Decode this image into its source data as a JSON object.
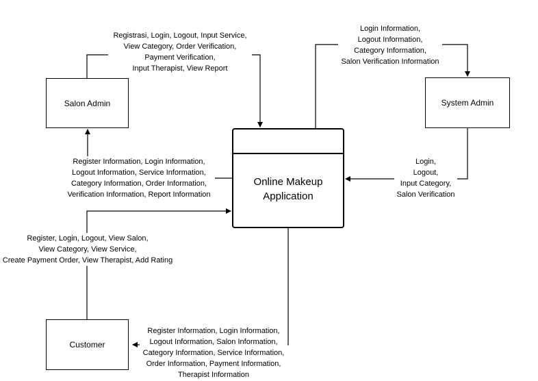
{
  "process": {
    "line1": "Online Makeup",
    "line2": "Application"
  },
  "entities": {
    "salon_admin": "Salon Admin",
    "system_admin": "System Admin",
    "customer": "Customer"
  },
  "flows": {
    "salon_admin_to_app": [
      "Registrasi, Login, Logout, Input Service,",
      "View Category, Order Verification,",
      "Payment Verification,",
      "Input Therapist, View Report"
    ],
    "app_to_salon_admin": [
      "Register Information, Login Information,",
      "Logout Information, Service Information,",
      "Category Information, Order Information,",
      "Verification Information, Report Information"
    ],
    "app_to_system_admin": [
      "Login Information,",
      "Logout Information,",
      "Category Information,",
      "Salon Verification Information"
    ],
    "system_admin_to_app": [
      "Login,",
      "Logout,",
      "Input Category,",
      "Salon Verification"
    ],
    "customer_to_app": [
      "Register, Login, Logout, View Salon,",
      "View Category, View Service,",
      "Create Payment Order, View Therapist, Add Rating"
    ],
    "app_to_customer": [
      "Register Information, Login Information,",
      "Logout Information, Salon Information,",
      "Category Information, Service Information,",
      "Order Information, Payment Information,",
      "Therapist Information"
    ]
  }
}
